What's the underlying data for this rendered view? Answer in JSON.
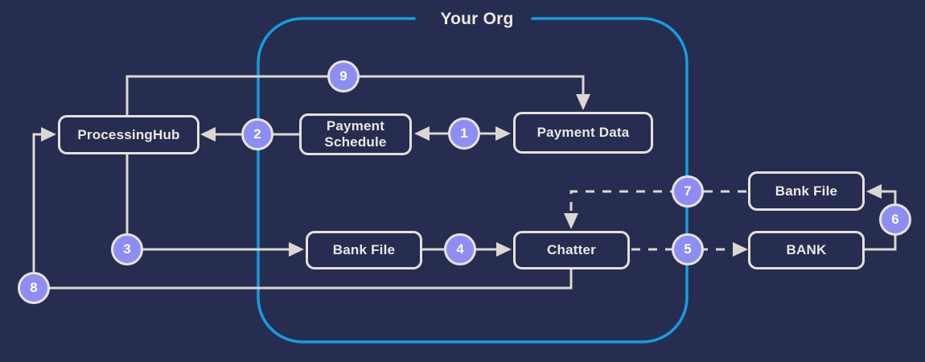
{
  "org": {
    "label": "Your Org"
  },
  "nodes": {
    "processing_hub": "ProcessingHub",
    "payment_schedule": "Payment Schedule",
    "payment_data": "Payment Data",
    "bank_file_internal": "Bank File",
    "chatter": "Chatter",
    "bank_file_external": "Bank File",
    "bank": "BANK"
  },
  "steps": [
    "1",
    "2",
    "3",
    "4",
    "5",
    "6",
    "7",
    "8",
    "9"
  ],
  "edges": [
    {
      "step": "1",
      "from": "Payment Schedule",
      "to": "Payment Data",
      "style": "solid",
      "bidirectional": true
    },
    {
      "step": "2",
      "from": "Payment Schedule",
      "to": "ProcessingHub",
      "style": "solid"
    },
    {
      "step": "3",
      "from": "ProcessingHub",
      "to": "Bank File",
      "style": "solid"
    },
    {
      "step": "4",
      "from": "Bank File",
      "to": "Chatter",
      "style": "solid"
    },
    {
      "step": "5",
      "from": "Chatter",
      "to": "BANK",
      "style": "dashed"
    },
    {
      "step": "6",
      "from": "BANK",
      "to": "Bank File (external)",
      "style": "solid"
    },
    {
      "step": "7",
      "from": "Bank File (external)",
      "to": "Chatter",
      "style": "dashed"
    },
    {
      "step": "8",
      "from": "Chatter",
      "to": "ProcessingHub",
      "style": "solid"
    },
    {
      "step": "9",
      "from": "ProcessingHub",
      "to": "Payment Data",
      "style": "solid"
    }
  ],
  "colors": {
    "background": "#262d50",
    "connector": "#dcd8d0",
    "org_boundary_blue": "#169de0",
    "step_badge_fill": "#8d8df4",
    "step_badge_border": "#e8e4dd",
    "node_border": "#e5e1da",
    "text": "#ece8e1"
  }
}
